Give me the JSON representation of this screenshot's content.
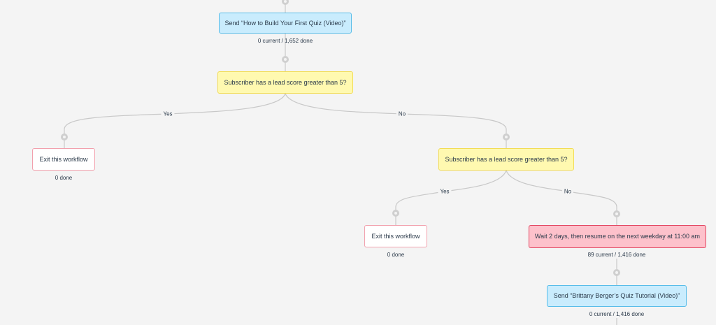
{
  "nodes": {
    "email1": {
      "label": "Send “How to Build Your First Quiz (Video)”",
      "stats": "0 current / 1,652 done"
    },
    "cond1": {
      "label": "Subscriber has a lead score greater than 5?"
    },
    "exit1": {
      "label": "Exit this workflow",
      "stats": "0 done"
    },
    "cond2": {
      "label": "Subscriber has a lead score greater than 5?"
    },
    "exit2": {
      "label": "Exit this workflow",
      "stats": "0 done"
    },
    "wait1": {
      "label": "Wait 2 days, then resume on the next weekday at 11:00 am",
      "stats": "89 current / 1,416 done"
    },
    "email2": {
      "label": "Send “Brittany Berger’s Quiz Tutorial (Video)”",
      "stats": "0 current / 1,416 done"
    }
  },
  "branches": {
    "cond1_yes": "Yes",
    "cond1_no": "No",
    "cond2_yes": "Yes",
    "cond2_no": "No"
  },
  "colors": {
    "email_fill": "#c9ecfd",
    "email_border": "#58bde9",
    "condition_fill": "#fff9b0",
    "condition_border": "#f2dc55",
    "exit_border": "#f2a0ad",
    "wait_fill": "#fdc1cb",
    "wait_border": "#e24661",
    "connector": "#c8c8c8"
  }
}
